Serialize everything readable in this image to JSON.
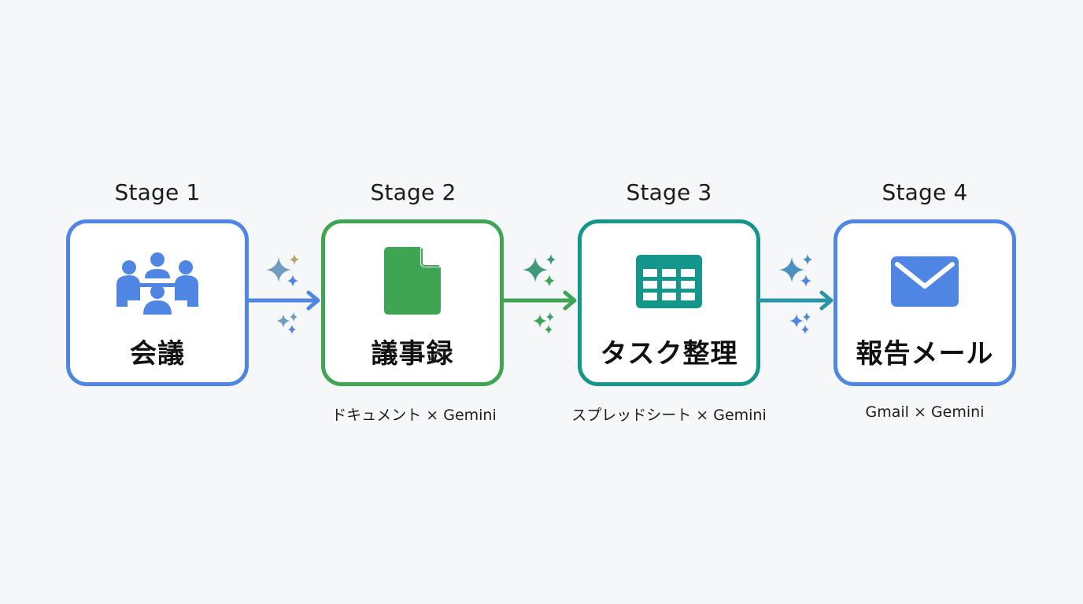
{
  "stages": [
    {
      "label": "Stage 1",
      "title": "会議",
      "caption": "",
      "icon": "meeting-people-icon",
      "color": "#4f86e3"
    },
    {
      "label": "Stage 2",
      "title": "議事録",
      "caption": "ドキュメント × Gemini",
      "icon": "document-icon",
      "color": "#3fa553"
    },
    {
      "label": "Stage 3",
      "title": "タスク整理",
      "caption": "スプレッドシート × Gemini",
      "icon": "spreadsheet-icon",
      "color": "#14968a"
    },
    {
      "label": "Stage 4",
      "title": "報告メール",
      "caption": "Gmail × Gemini",
      "icon": "mail-icon",
      "color": "#4f86e3"
    }
  ],
  "connectors": [
    {
      "from": "Stage 1",
      "to": "Stage 2",
      "icon": "sparkle-icon"
    },
    {
      "from": "Stage 2",
      "to": "Stage 3",
      "icon": "sparkle-icon"
    },
    {
      "from": "Stage 3",
      "to": "Stage 4",
      "icon": "sparkle-icon"
    }
  ]
}
